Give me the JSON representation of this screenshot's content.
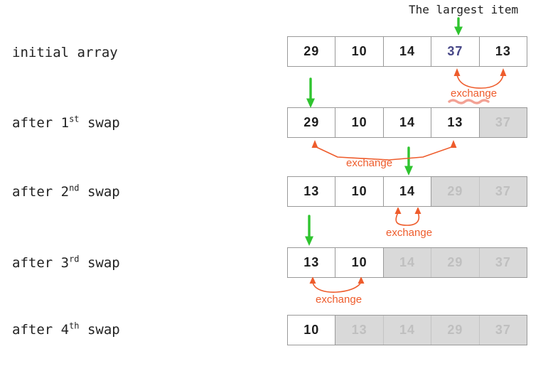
{
  "title": "The largest item",
  "exchange_label": "exchange",
  "colors": {
    "green_arrow": "#2fc42f",
    "orange": "#ee5c2c",
    "pink_underline": "#f3a295",
    "highlight_text": "#474787",
    "done_cell_bg": "#d9d9d9",
    "done_cell_text": "#bfbfbf"
  },
  "rows": [
    {
      "label_parts": [
        {
          "text": "initial array",
          "sup": false
        }
      ],
      "cells": [
        {
          "value": "29",
          "state": "normal"
        },
        {
          "value": "10",
          "state": "normal"
        },
        {
          "value": "14",
          "state": "normal"
        },
        {
          "value": "37",
          "state": "highlight"
        },
        {
          "value": "13",
          "state": "normal"
        }
      ]
    },
    {
      "label_parts": [
        {
          "text": "after 1",
          "sup": false
        },
        {
          "text": "st",
          "sup": true
        },
        {
          "text": " swap",
          "sup": false
        }
      ],
      "cells": [
        {
          "value": "29",
          "state": "normal"
        },
        {
          "value": "10",
          "state": "normal"
        },
        {
          "value": "14",
          "state": "normal"
        },
        {
          "value": "13",
          "state": "normal"
        },
        {
          "value": "37",
          "state": "done"
        }
      ]
    },
    {
      "label_parts": [
        {
          "text": "after 2",
          "sup": false
        },
        {
          "text": "nd",
          "sup": true
        },
        {
          "text": " swap",
          "sup": false
        }
      ],
      "cells": [
        {
          "value": "13",
          "state": "normal"
        },
        {
          "value": "10",
          "state": "normal"
        },
        {
          "value": "14",
          "state": "normal"
        },
        {
          "value": "29",
          "state": "done"
        },
        {
          "value": "37",
          "state": "done"
        }
      ]
    },
    {
      "label_parts": [
        {
          "text": "after 3",
          "sup": false
        },
        {
          "text": "rd",
          "sup": true
        },
        {
          "text": " swap",
          "sup": false
        }
      ],
      "cells": [
        {
          "value": "13",
          "state": "normal"
        },
        {
          "value": "10",
          "state": "normal"
        },
        {
          "value": "14",
          "state": "done"
        },
        {
          "value": "29",
          "state": "done"
        },
        {
          "value": "37",
          "state": "done"
        }
      ]
    },
    {
      "label_parts": [
        {
          "text": "after 4",
          "sup": false
        },
        {
          "text": "th",
          "sup": true
        },
        {
          "text": " swap",
          "sup": false
        }
      ],
      "cells": [
        {
          "value": "10",
          "state": "normal"
        },
        {
          "value": "13",
          "state": "done"
        },
        {
          "value": "14",
          "state": "done"
        },
        {
          "value": "29",
          "state": "done"
        },
        {
          "value": "37",
          "state": "done"
        }
      ]
    }
  ]
}
